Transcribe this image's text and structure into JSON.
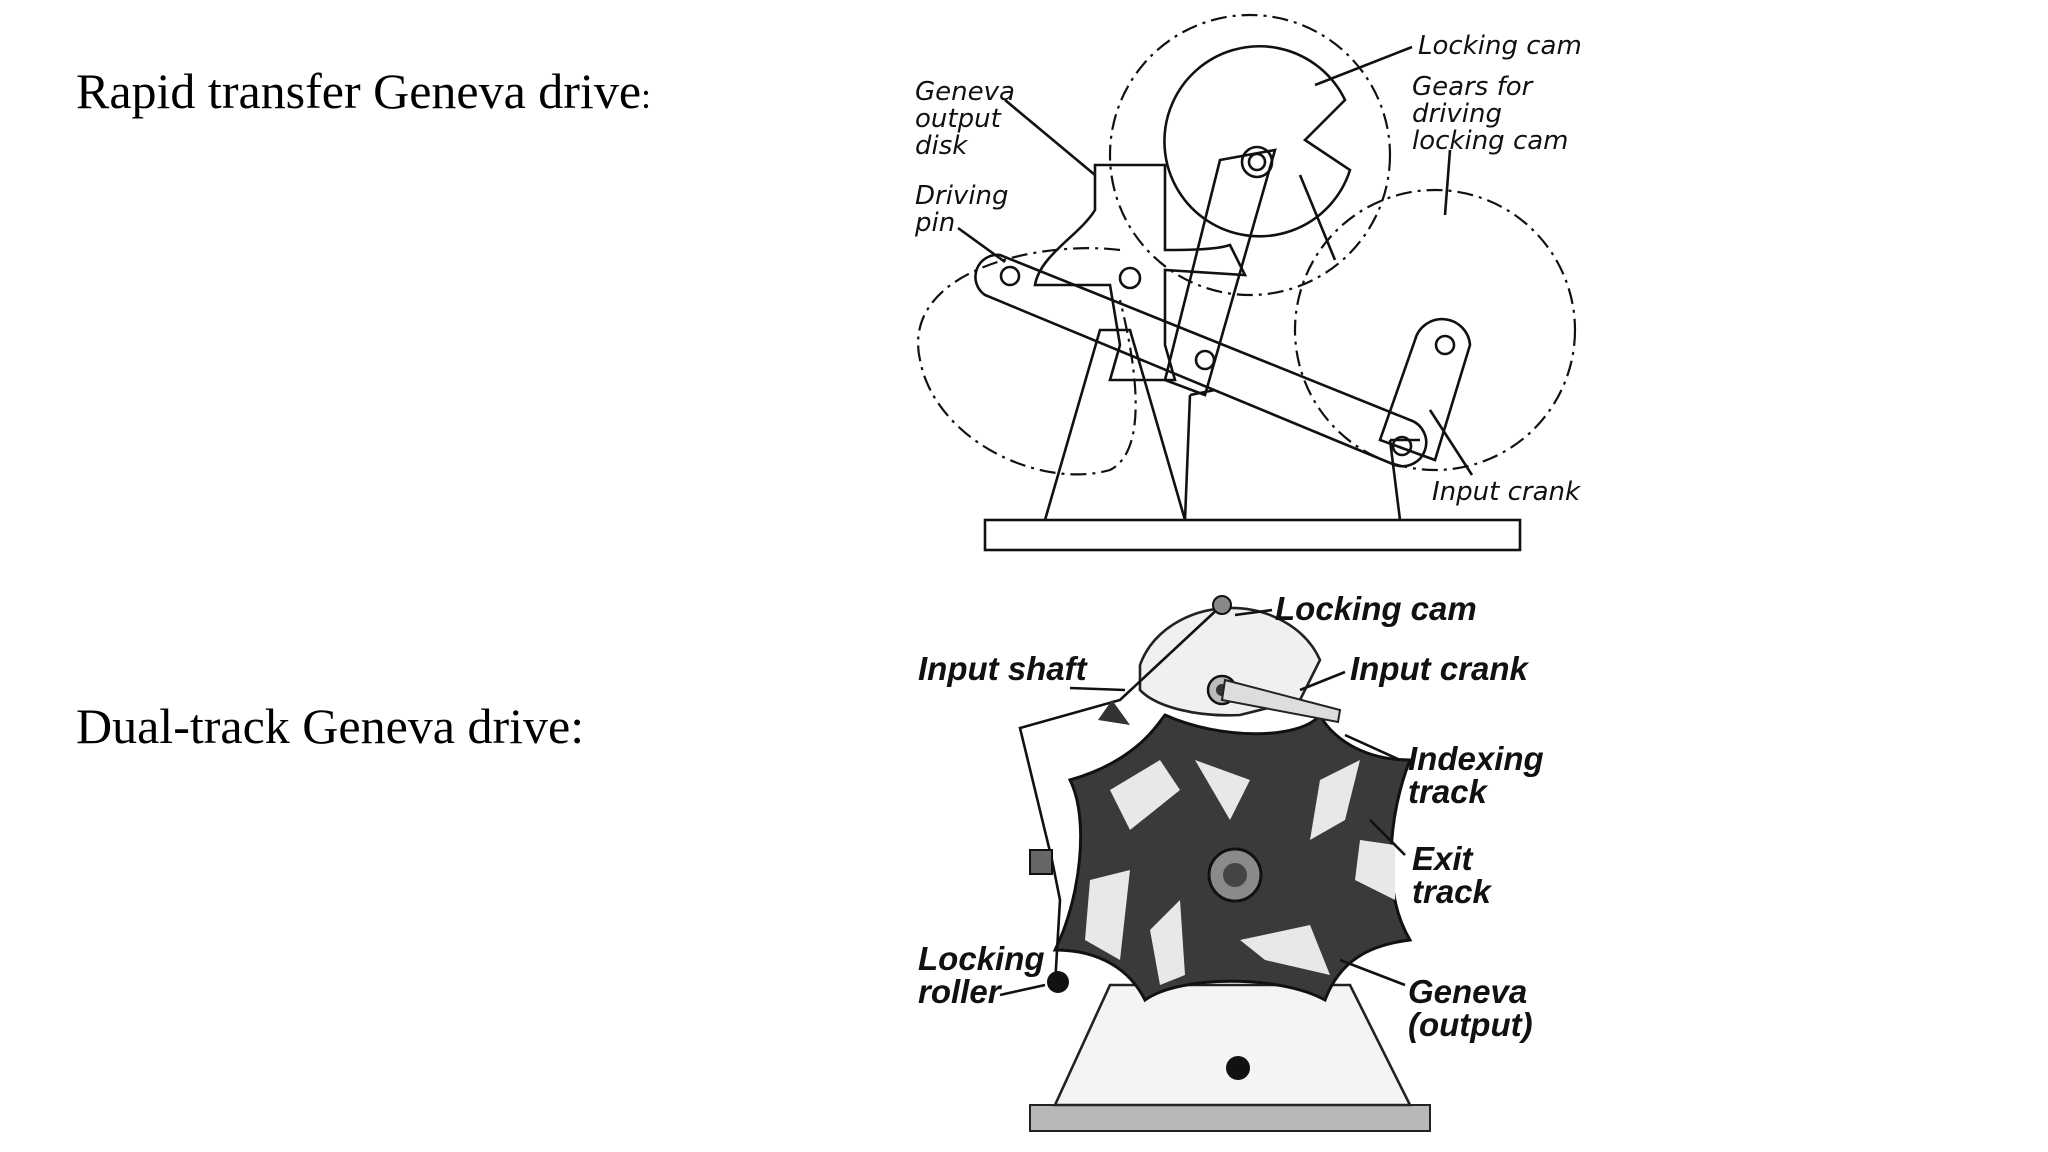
{
  "headings": {
    "rapid": "Rapid transfer Geneva drive",
    "rapid_colon": ":",
    "dual": "Dual-track Geneva drive:"
  },
  "diagram1": {
    "labels": {
      "locking_cam": "Locking cam",
      "gears_l1": "Gears for",
      "gears_l2": "driving",
      "gears_l3": "locking cam",
      "geneva_l1": "Geneva",
      "geneva_l2": "output",
      "geneva_l3": "disk",
      "driving_l1": "Driving",
      "driving_l2": "pin",
      "input_crank": "Input crank"
    }
  },
  "diagram2": {
    "labels": {
      "locking_cam": "Locking cam",
      "input_shaft": "Input shaft",
      "input_crank": "Input crank",
      "indexing_l1": "Indexing",
      "indexing_l2": "track",
      "exit_l1": "Exit",
      "exit_l2": "track",
      "locking_l1": "Locking",
      "locking_l2": "roller",
      "geneva_l1": "Geneva",
      "geneva_l2": "(output)"
    }
  }
}
